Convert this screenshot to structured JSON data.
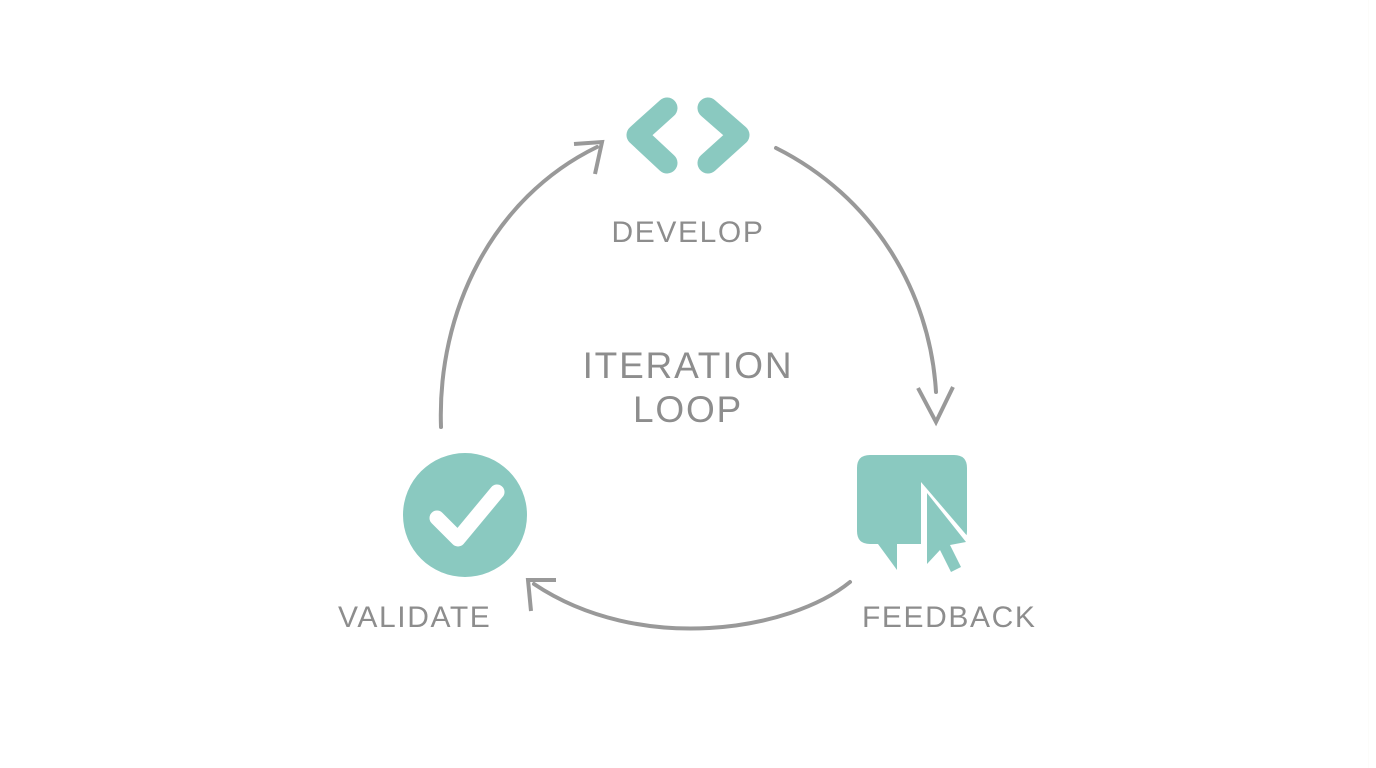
{
  "diagram": {
    "center_title": "ITERATION\nLOOP",
    "background_color": "#ffffff",
    "accent_color": "#8ac9c0",
    "text_color": "#8d8d8d",
    "arrow_color": "#999999",
    "nodes": [
      {
        "id": "develop",
        "label": "DEVELOP",
        "icon": "code-chevrons-icon",
        "position": "top"
      },
      {
        "id": "feedback",
        "label": "FEEDBACK",
        "icon": "speech-bubble-cursor-icon",
        "position": "bottom-right"
      },
      {
        "id": "validate",
        "label": "VALIDATE",
        "icon": "check-circle-icon",
        "position": "bottom-left"
      }
    ],
    "arrows": [
      {
        "id": "develop-to-feedback",
        "from": "develop",
        "to": "feedback"
      },
      {
        "id": "feedback-to-validate",
        "from": "feedback",
        "to": "validate"
      },
      {
        "id": "validate-to-develop",
        "from": "validate",
        "to": "develop"
      }
    ]
  }
}
